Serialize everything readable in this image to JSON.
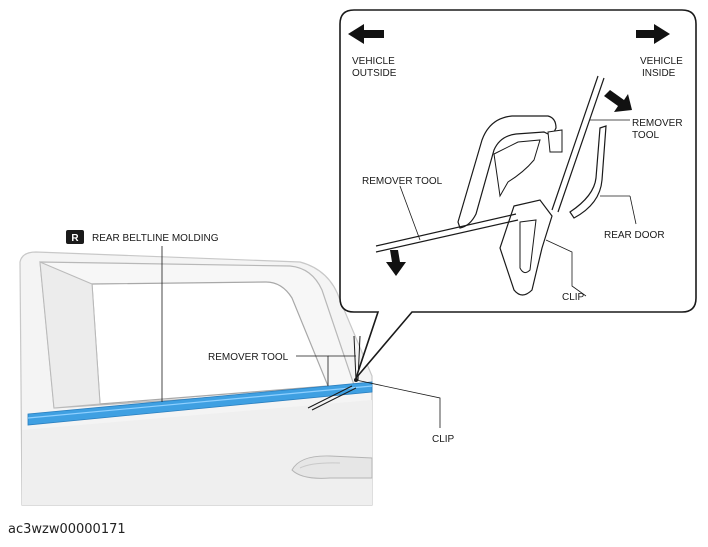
{
  "labels": {
    "vehicle_outside_line1": "VEHICLE",
    "vehicle_outside_line2": "OUTSIDE",
    "vehicle_inside_line1": "VEHICLE",
    "vehicle_inside_line2": "INSIDE",
    "remover_tool_detail_right_line1": "REMOVER",
    "remover_tool_detail_right_line2": "TOOL",
    "remover_tool_detail_left": "REMOVER TOOL",
    "rear_door": "REAR DOOR",
    "clip_detail": "CLIP",
    "part_badge": "R",
    "rear_beltline_molding": "REAR BELTLINE MOLDING",
    "remover_tool_main": "REMOVER TOOL",
    "clip_main": "CLIP"
  },
  "figure_id": "ac3wzw00000171",
  "colors": {
    "molding_blue": "#3fa0e2",
    "line": "#1a1a1a",
    "door_shade": "#e8e8e8",
    "badge": "#1a1a1a"
  }
}
